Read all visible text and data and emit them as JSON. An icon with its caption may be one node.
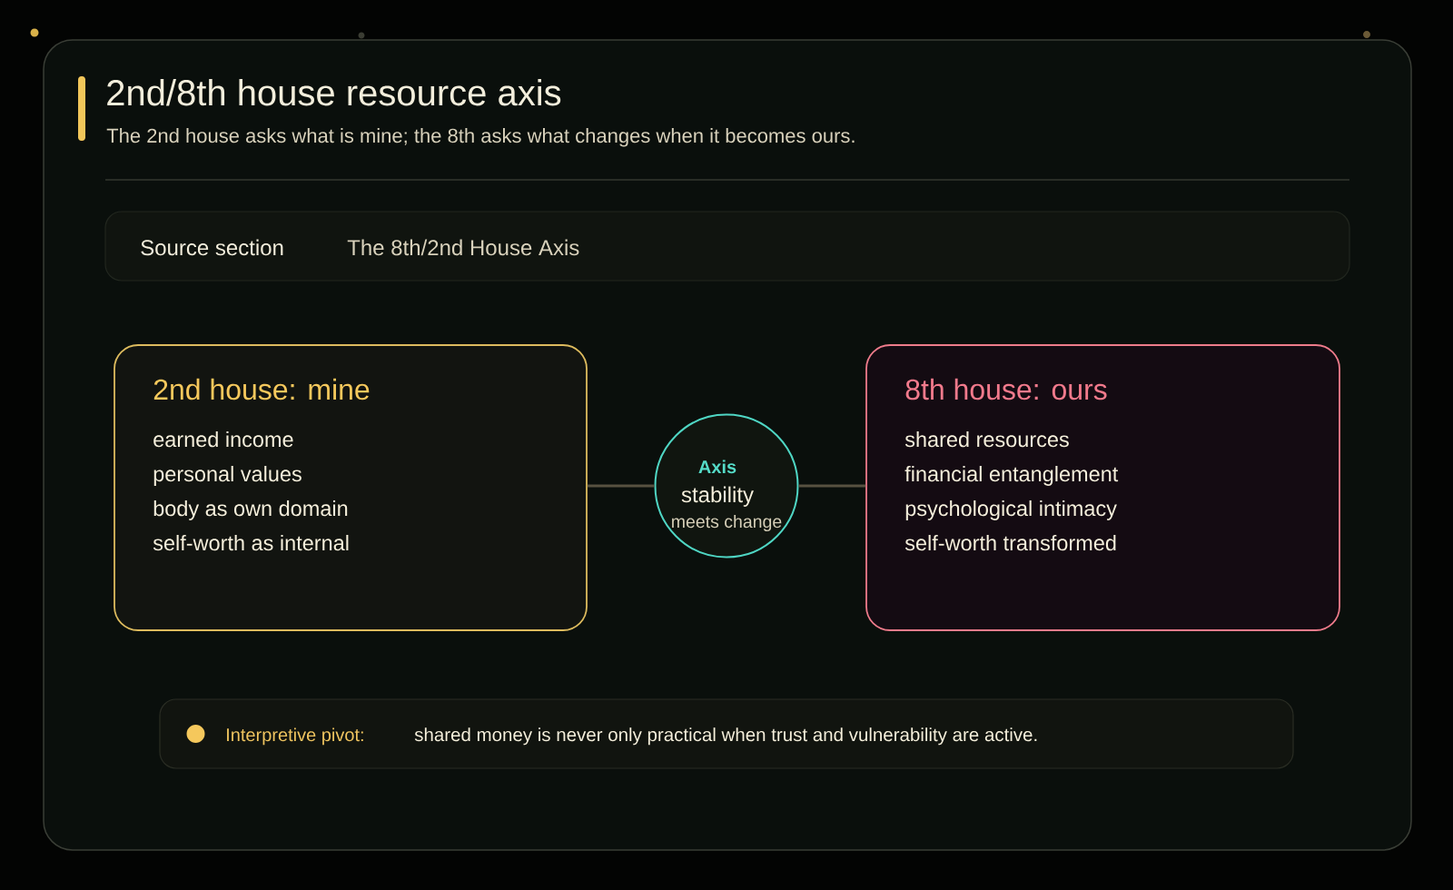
{
  "diagram": {
    "title": "2nd/8th house resource axis",
    "nodes": [
      {
        "text": [
          "Source section",
          "The 8th/2nd House Axis"
        ]
      },
      {
        "text": [
          "2nd house: mine",
          "earned income",
          "personal values",
          "body as own domain",
          "self-worth as internal"
        ]
      },
      {
        "text": [
          "Axis",
          "stability",
          "meets change"
        ]
      },
      {
        "text": [
          "8th house: ours",
          "shared resources",
          "financial entanglement",
          "psychological intimacy",
          "self-worth transformed"
        ]
      },
      {
        "text": [
          "Interpretive pivot:",
          "shared money is never only practical when trust and vulnerability are active."
        ]
      }
    ],
    "edges": [
      {
        "from": 1,
        "to": 2,
        "arrow": "none"
      },
      {
        "from": 2,
        "to": 3,
        "arrow": "none"
      }
    ],
    "labels": [
      "The 2nd house asks what is mine; the 8th asks what changes when it becomes ours."
    ]
  }
}
